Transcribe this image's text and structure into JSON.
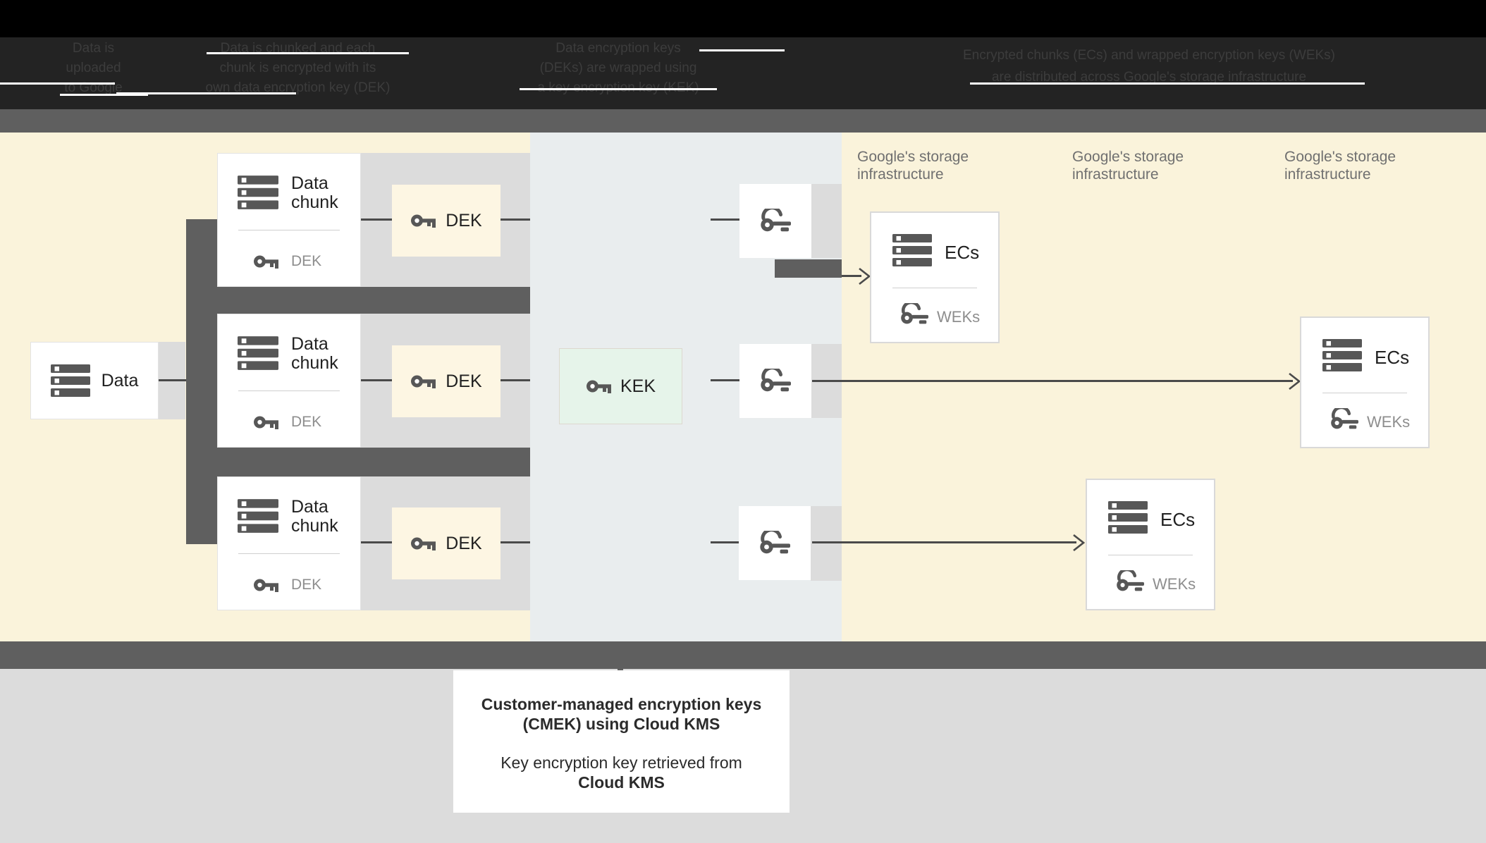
{
  "header": {
    "steps": [
      {
        "line1": "Data is",
        "line2": "uploaded",
        "line3": "to Google"
      },
      {
        "line1": "Data is chunked and each",
        "line2": "chunk is encrypted with its",
        "line3": "own data encryption key (DEK)"
      },
      {
        "line1": "Data encryption keys",
        "line2": "(DEKs) are wrapped using",
        "line3": "a key encryption key (KEK)"
      },
      {
        "line1": "Encrypted chunks (ECs) and wrapped encryption keys (WEKs)",
        "line2": "are distributed across Google's storage infrastructure",
        "line3": ""
      }
    ]
  },
  "diagram": {
    "data_box": {
      "label": "Data"
    },
    "chunk_boxes": [
      {
        "title_line1": "Data",
        "title_line2": "chunk",
        "key_label": "DEK"
      },
      {
        "title_line1": "Data",
        "title_line2": "chunk",
        "key_label": "DEK"
      },
      {
        "title_line1": "Data",
        "title_line2": "chunk",
        "key_label": "DEK"
      }
    ],
    "dek_boxes": [
      {
        "label": "DEK"
      },
      {
        "label": "DEK"
      },
      {
        "label": "DEK"
      }
    ],
    "kek_box": {
      "label": "KEK"
    },
    "storage_labels": [
      {
        "line1": "Google's storage",
        "line2": "infrastructure"
      },
      {
        "line1": "Google's storage",
        "line2": "infrastructure"
      },
      {
        "line1": "Google's storage",
        "line2": "infrastructure"
      }
    ],
    "ec_boxes": [
      {
        "title": "ECs",
        "key_label": "WEKs"
      },
      {
        "title": "ECs",
        "key_label": "WEKs"
      },
      {
        "title": "ECs",
        "key_label": "WEKs"
      }
    ]
  },
  "caption": {
    "title_line1": "Customer-managed encryption keys",
    "title_line2": "(CMEK) using Cloud KMS",
    "body_line1": "Key encryption key retrieved from",
    "body_line2": "Cloud KMS"
  },
  "colors": {
    "yellow_section": "#faf3db",
    "kms_section": "#e9edee",
    "dark_band": "#5f5f5f",
    "light_gray_band": "#dcdcdc",
    "dek_box_fill": "#fdf6e3",
    "kek_box_fill": "#e6f4ea",
    "icon_gray": "#575757",
    "muted_label": "#8e8e8e",
    "storage_label_gray": "#707070",
    "connector": "#4a4a4a",
    "header_bg": "#232323",
    "header_text": "#3c3c3c",
    "footer_bg": "#dcdcdc",
    "text_dark": "#212121"
  }
}
